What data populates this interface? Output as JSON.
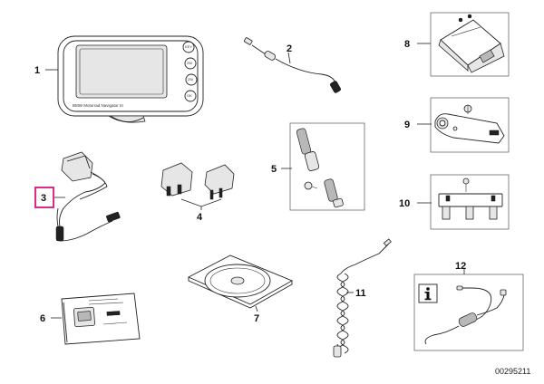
{
  "diagram": {
    "callouts": {
      "c1": "1",
      "c2": "2",
      "c3": "3",
      "c4": "4",
      "c5": "5",
      "c6": "6",
      "c7": "7",
      "c8": "8",
      "c9": "9",
      "c10": "10",
      "c11": "11",
      "c12": "12"
    },
    "device_label": "BMW Motorrad Navigator III",
    "reference_number": "00295211",
    "highlighted_callout": "3",
    "highlight_color": "#d6167a",
    "info_icon": "info-icon"
  }
}
